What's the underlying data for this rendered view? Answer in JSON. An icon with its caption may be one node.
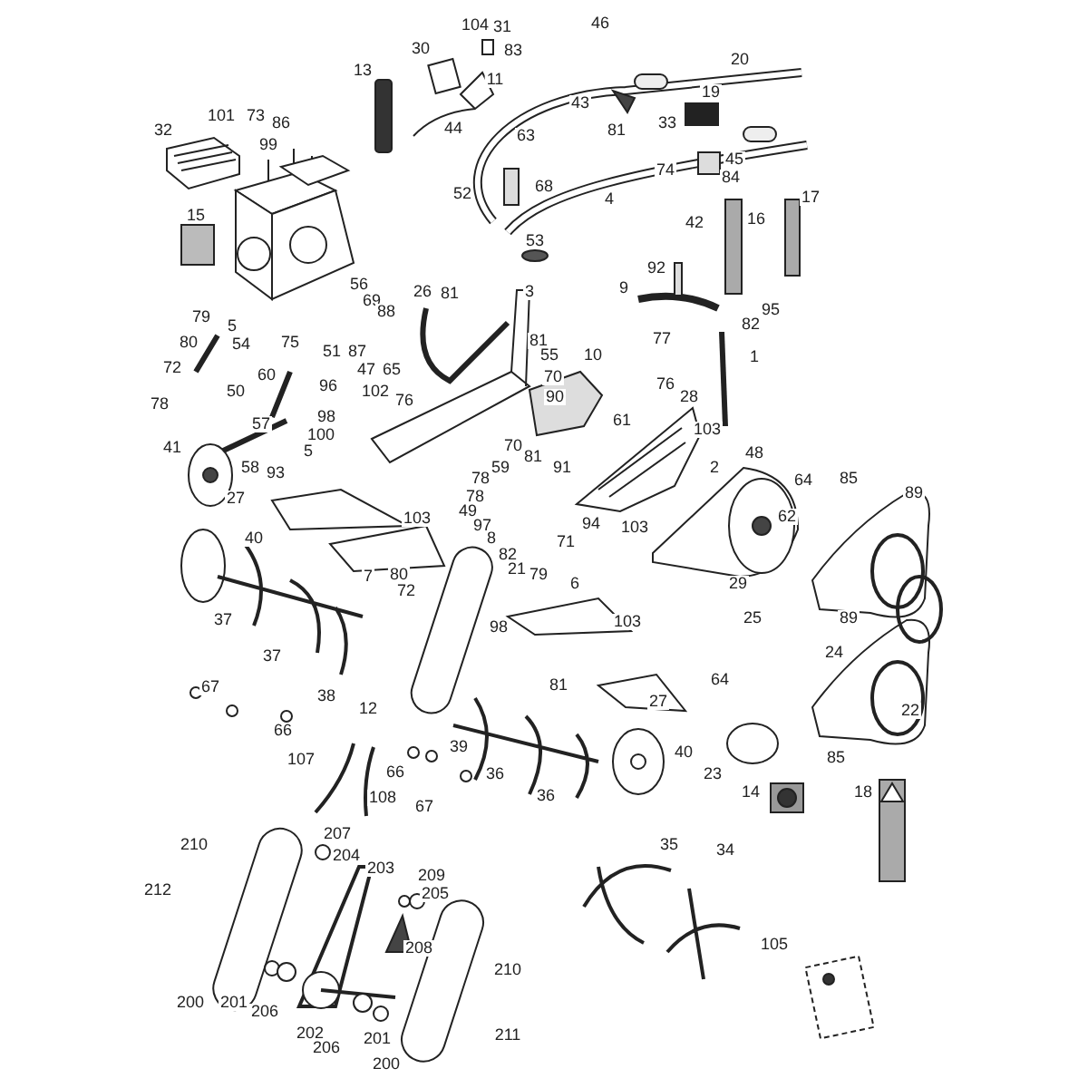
{
  "diagram": {
    "labels": [
      "104",
      "31",
      "30",
      "83",
      "46",
      "20",
      "13",
      "11",
      "19",
      "43",
      "101",
      "73",
      "86",
      "33",
      "44",
      "32",
      "81",
      "63",
      "99",
      "45",
      "74",
      "84",
      "68",
      "52",
      "17",
      "4",
      "15",
      "16",
      "42",
      "53",
      "92",
      "56",
      "9",
      "26",
      "81",
      "3",
      "69",
      "88",
      "95",
      "79",
      "82",
      "5",
      "77",
      "81",
      "80",
      "54",
      "75",
      "51",
      "87",
      "55",
      "10",
      "1",
      "72",
      "47",
      "65",
      "60",
      "70",
      "76",
      "96",
      "50",
      "102",
      "28",
      "90",
      "76",
      "78",
      "98",
      "61",
      "57",
      "103",
      "100",
      "70",
      "41",
      "5",
      "48",
      "81",
      "2",
      "91",
      "59",
      "58",
      "93",
      "78",
      "85",
      "64",
      "89",
      "78",
      "27",
      "49",
      "62",
      "103",
      "94",
      "97",
      "103",
      "40",
      "8",
      "71",
      "82",
      "21",
      "79",
      "80",
      "7",
      "29",
      "6",
      "72",
      "25",
      "37",
      "89",
      "103",
      "98",
      "24",
      "37",
      "64",
      "81",
      "67",
      "38",
      "27",
      "12",
      "22",
      "66",
      "39",
      "40",
      "85",
      "107",
      "66",
      "36",
      "23",
      "14",
      "18",
      "36",
      "108",
      "67",
      "207",
      "210",
      "35",
      "34",
      "204",
      "203",
      "209",
      "212",
      "205",
      "105",
      "208",
      "210",
      "200",
      "201",
      "206",
      "202",
      "201",
      "211",
      "206",
      "200"
    ]
  }
}
